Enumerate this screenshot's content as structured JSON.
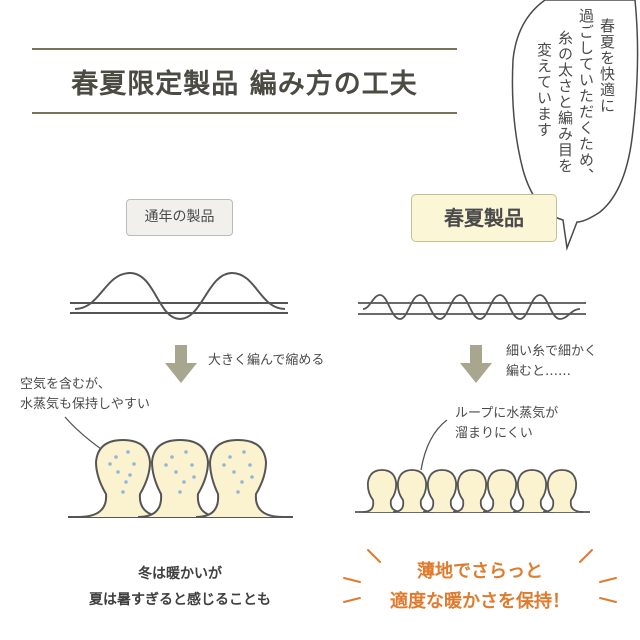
{
  "title": "春夏限定製品 編み方の工夫",
  "bubble": {
    "lines": [
      "春夏を快適に",
      "過ごしていただくため、",
      "糸の太さと編み目を",
      "変えています"
    ]
  },
  "left": {
    "label": "通年の製品",
    "arrow_caption": "大きく編んで縮める",
    "note_lines": [
      "空気を含むが、",
      "水蒸気も保持しやすい"
    ],
    "bottom_lines": [
      "冬は暖かいが",
      "夏は暑すぎると感じることも"
    ]
  },
  "right": {
    "label": "春夏製品",
    "arrow_caption_lines": [
      "細い糸で細かく",
      "編むと……"
    ],
    "note_lines": [
      "ループに水蒸気が",
      "溜まりにくい"
    ],
    "bottom_lines": [
      "薄地でさらっと",
      "適度な暖かさを保持！"
    ]
  },
  "colors": {
    "title_line": "#7a7256",
    "arrow": "#a9a690",
    "loop_fill": "#fbf3cf",
    "dot": "#8fb7d9",
    "accent_orange": "#e07b2e",
    "line": "#555555"
  }
}
